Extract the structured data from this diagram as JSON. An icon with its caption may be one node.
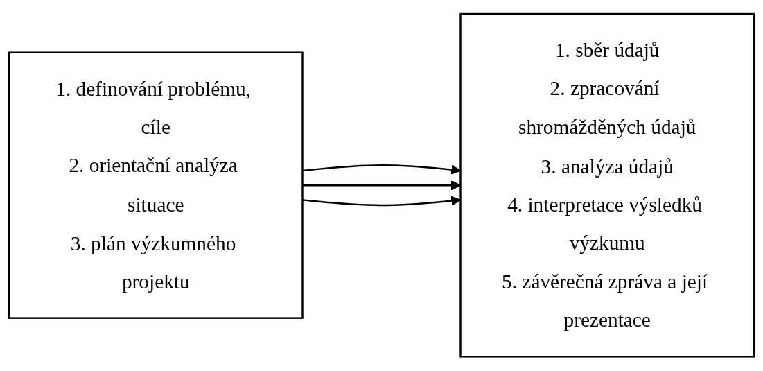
{
  "diagram": {
    "nodes": [
      {
        "text": [
          "1. definování problému, cíle",
          "2. orientační analýza situace",
          "3. plán výzkumného projektu"
        ]
      },
      {
        "text": [
          "1. sběr údajů",
          "2. zpracování shromážděných údajů",
          "3. analýza údajů",
          "4. interpretace výsledků výzkumu",
          "5. závěrečná zpráva a její prezentace"
        ]
      }
    ],
    "edges": [
      {
        "from": 0,
        "to": 1,
        "arrow": "to"
      },
      {
        "from": 0,
        "to": 1,
        "arrow": "to"
      },
      {
        "from": 0,
        "to": 1,
        "arrow": "to"
      }
    ]
  }
}
